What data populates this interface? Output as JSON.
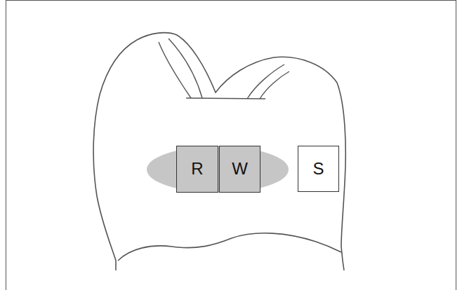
{
  "diagram": {
    "nodes": [
      {
        "text": [
          "R"
        ]
      },
      {
        "text": [
          "W"
        ]
      },
      {
        "text": [
          "S"
        ]
      }
    ]
  }
}
